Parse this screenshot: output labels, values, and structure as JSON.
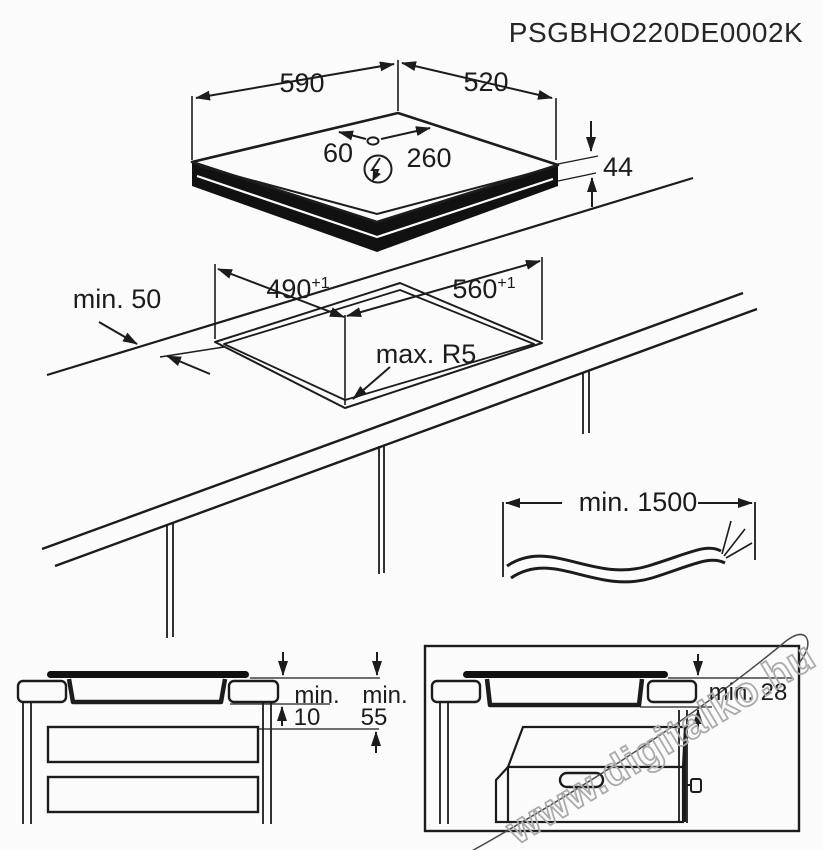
{
  "title": "PSGBHO220DE0002K",
  "hob_view": {
    "width": "590",
    "depth": "520",
    "height": "44",
    "cable_offset_left": "60",
    "cable_offset_right": "260",
    "power_symbol": "lightning-bolt"
  },
  "cutout_view": {
    "back_clearance": "min. 50",
    "depth": "490",
    "depth_tolerance": "+1",
    "width": "560",
    "width_tolerance": "+1",
    "corner_radius": "max. R5"
  },
  "cable_view": {
    "length": "min. 1500"
  },
  "drawer_install_view": {
    "gap_label": "min.",
    "gap_value": "10",
    "depth_label": "min.",
    "depth_value": "55"
  },
  "oven_install_view": {
    "clearance": "min. 28"
  },
  "watermark": {
    "text": "www.digitalko.hu"
  },
  "colors": {
    "line": "#1c1c1c",
    "watermark": "#ababab",
    "background": "#fbfbfb"
  }
}
